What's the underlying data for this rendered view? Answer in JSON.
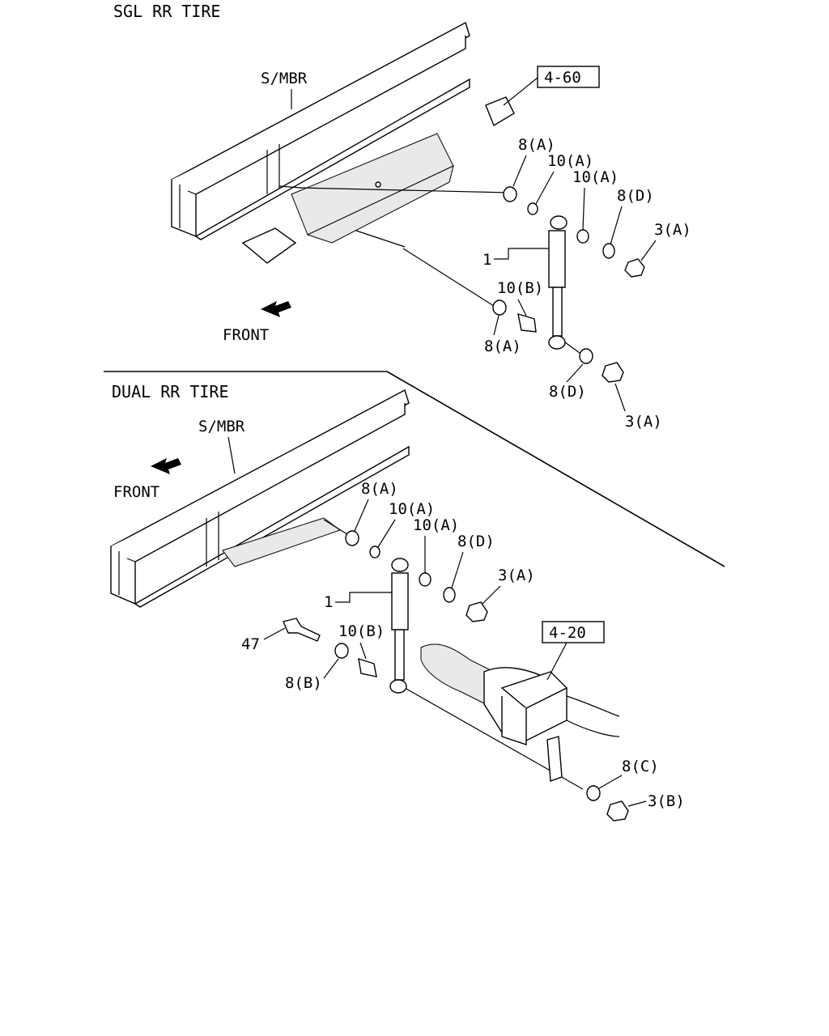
{
  "sections": {
    "single": {
      "title": "SGL RR TIRE",
      "frame_label": "S/MBR",
      "front_label": "FRONT",
      "ref_box": "4-60",
      "callouts": {
        "washer_a_upper": "8(A)",
        "bushing_a_1": "10(A)",
        "bushing_a_2": "10(A)",
        "washer_d_upper": "8(D)",
        "nut_a_upper": "3(A)",
        "shock_absorber": "1",
        "bushing_b": "10(B)",
        "washer_a_lower": "8(A)",
        "washer_d_lower": "8(D)",
        "nut_a_lower": "3(A)"
      }
    },
    "dual": {
      "title": "DUAL RR TIRE",
      "frame_label": "S/MBR",
      "front_label": "FRONT",
      "ref_box": "4-20",
      "callouts": {
        "washer_a": "8(A)",
        "bushing_a_1": "10(A)",
        "bushing_a_2": "10(A)",
        "washer_d": "8(D)",
        "nut_a": "3(A)",
        "shock_absorber": "1",
        "bushing_b": "10(B)",
        "bolt": "47",
        "washer_b": "8(B)",
        "washer_c": "8(C)",
        "nut_b": "3(B)"
      }
    }
  }
}
